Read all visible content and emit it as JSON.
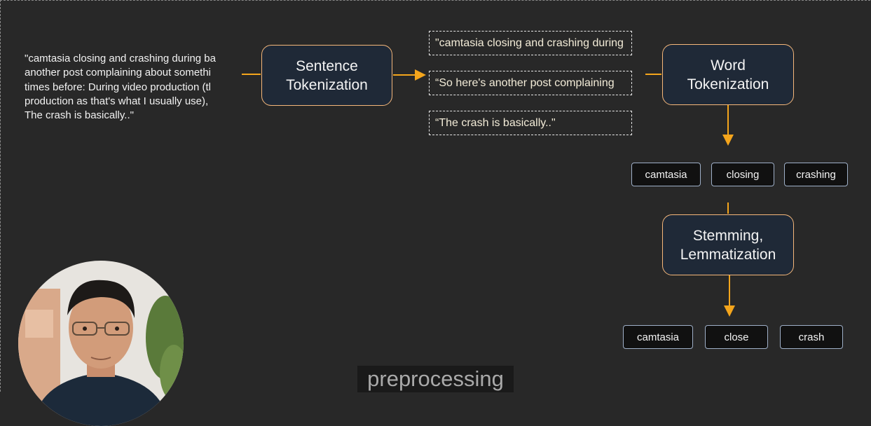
{
  "input_paragraph": {
    "lines": [
      "\"camtasia closing and crashing during ba",
      "another post complaining about somethi",
      "times before: During video production (tl",
      "production as that's what I usually use),",
      "The crash is basically..\""
    ]
  },
  "nodes": {
    "sentence_tokenization": [
      "Sentence",
      "Tokenization"
    ],
    "word_tokenization": [
      "Word",
      "Tokenization"
    ],
    "stemming_lemmatization": [
      "Stemming,",
      "Lemmatization"
    ]
  },
  "sentences": [
    "\"camtasia closing and crashing during",
    "“So here's  another post complaining",
    "“The crash is basically..\""
  ],
  "word_tokens": [
    "camtasia",
    "closing",
    "crashing"
  ],
  "stemmed_tokens": [
    "camtasia",
    "close",
    "crash"
  ],
  "caption": "preprocessing",
  "colors": {
    "background": "#282828",
    "node_fill": "#1f2937",
    "node_border": "#f5b77a",
    "arrow": "#f4a51c",
    "chip_border": "#9fb0c8"
  }
}
